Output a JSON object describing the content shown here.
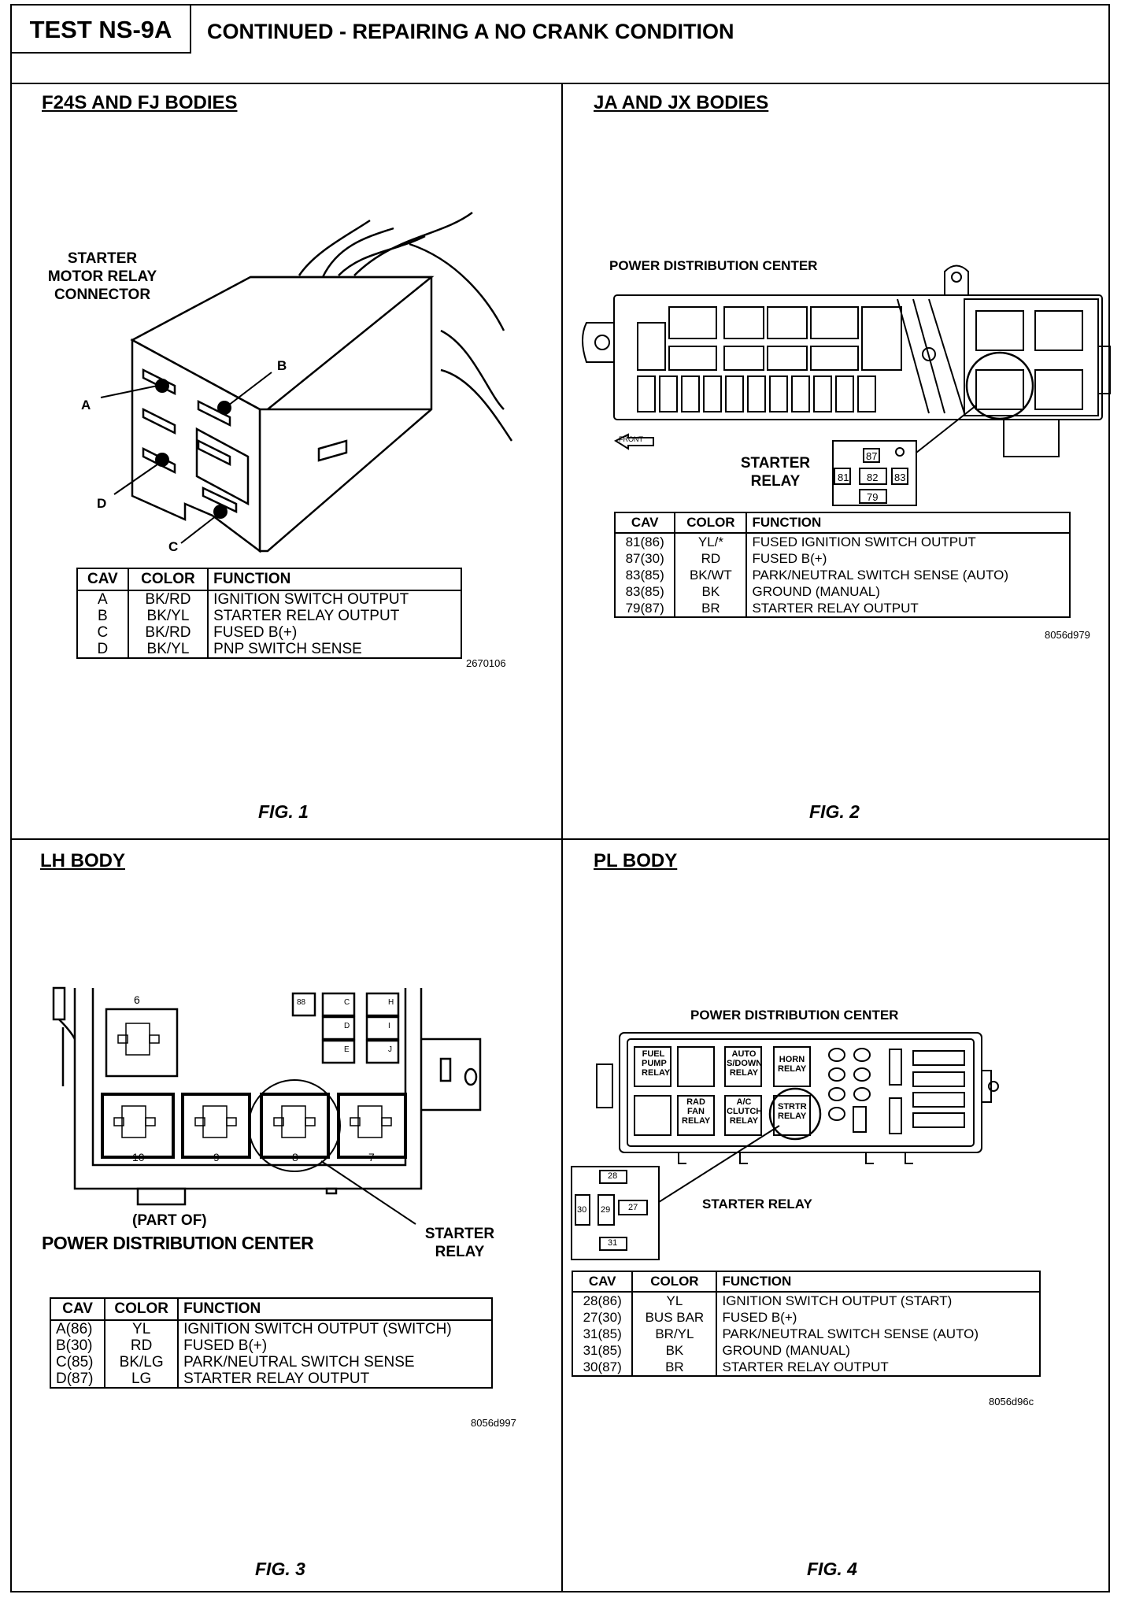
{
  "header": {
    "test_id": "TEST NS-9A",
    "title": "CONTINUED - REPAIRING A NO CRANK CONDITION"
  },
  "panel1": {
    "title": "F24S AND FJ BODIES",
    "connector_label": [
      "STARTER",
      "MOTOR RELAY",
      "CONNECTOR"
    ],
    "pins": [
      "A",
      "B",
      "C",
      "D"
    ],
    "table": {
      "headers": [
        "CAV",
        "COLOR",
        "FUNCTION"
      ],
      "rows": [
        [
          "A",
          "BK/RD",
          "IGNITION SWITCH OUTPUT"
        ],
        [
          "B",
          "BK/YL",
          "STARTER RELAY OUTPUT"
        ],
        [
          "C",
          "BK/RD",
          "FUSED B(+)"
        ],
        [
          "D",
          "BK/YL",
          "PNP SWITCH SENSE"
        ]
      ]
    },
    "code": "2670106",
    "fig": "FIG. 1"
  },
  "panel2": {
    "title": "JA AND JX BODIES",
    "pdc_label": "POWER DISTRIBUTION CENTER",
    "front_label": "FRONT",
    "relay_label": [
      "STARTER",
      "RELAY"
    ],
    "relay_cavities": [
      "87",
      "81",
      "82",
      "83",
      "79"
    ],
    "table": {
      "headers": [
        "CAV",
        "COLOR",
        "FUNCTION"
      ],
      "rows": [
        [
          "81(86)",
          "YL/*",
          "FUSED IGNITION SWITCH OUTPUT"
        ],
        [
          "87(30)",
          "RD",
          "FUSED B(+)"
        ],
        [
          "83(85)",
          "BK/WT",
          "PARK/NEUTRAL SWITCH SENSE (AUTO)"
        ],
        [
          "83(85)",
          "BK",
          "GROUND (MANUAL)"
        ],
        [
          "79(87)",
          "BR",
          "STARTER RELAY OUTPUT"
        ]
      ]
    },
    "code": "8056d979",
    "fig": "FIG. 2"
  },
  "panel3": {
    "title": "LH BODY",
    "relay_numbers": [
      "6",
      "10",
      "9",
      "8",
      "7"
    ],
    "fuse_letters": [
      "88",
      "C",
      "D",
      "E",
      "H",
      "I",
      "J"
    ],
    "pdc_label_1": "(PART OF)",
    "pdc_label_2": "POWER DISTRIBUTION CENTER",
    "relay_label": [
      "STARTER",
      "RELAY"
    ],
    "table": {
      "headers": [
        "CAV",
        "COLOR",
        "FUNCTION"
      ],
      "rows": [
        [
          "A(86)",
          "YL",
          "IGNITION SWITCH OUTPUT (SWITCH)"
        ],
        [
          "B(30)",
          "RD",
          "FUSED B(+)"
        ],
        [
          "C(85)",
          "BK/LG",
          "PARK/NEUTRAL SWITCH SENSE"
        ],
        [
          "D(87)",
          "LG",
          "STARTER RELAY OUTPUT"
        ]
      ]
    },
    "code": "8056d997",
    "fig": "FIG. 3"
  },
  "panel4": {
    "title": "PL BODY",
    "pdc_label": "POWER DISTRIBUTION CENTER",
    "relays": [
      [
        "FUEL",
        "PUMP",
        "RELAY"
      ],
      [
        "AUTO",
        "S/DOWN",
        "RELAY"
      ],
      [
        "HORN",
        "RELAY"
      ],
      [
        "RAD",
        "FAN",
        "RELAY"
      ],
      [
        "A/C",
        "CLUTCH",
        "RELAY"
      ],
      [
        "STRTR",
        "RELAY"
      ]
    ],
    "relay_label": "STARTER RELAY",
    "relay_cavities": [
      "28",
      "30",
      "29",
      "27",
      "31"
    ],
    "table": {
      "headers": [
        "CAV",
        "COLOR",
        "FUNCTION"
      ],
      "rows": [
        [
          "28(86)",
          "YL",
          "IGNITION SWITCH OUTPUT (START)"
        ],
        [
          "27(30)",
          "BUS BAR",
          "FUSED B(+)"
        ],
        [
          "31(85)",
          "BR/YL",
          "PARK/NEUTRAL SWITCH SENSE (AUTO)"
        ],
        [
          "31(85)",
          "BK",
          "GROUND (MANUAL)"
        ],
        [
          "30(87)",
          "BR",
          "STARTER RELAY OUTPUT"
        ]
      ]
    },
    "code": "8056d96c",
    "fig": "FIG. 4"
  }
}
